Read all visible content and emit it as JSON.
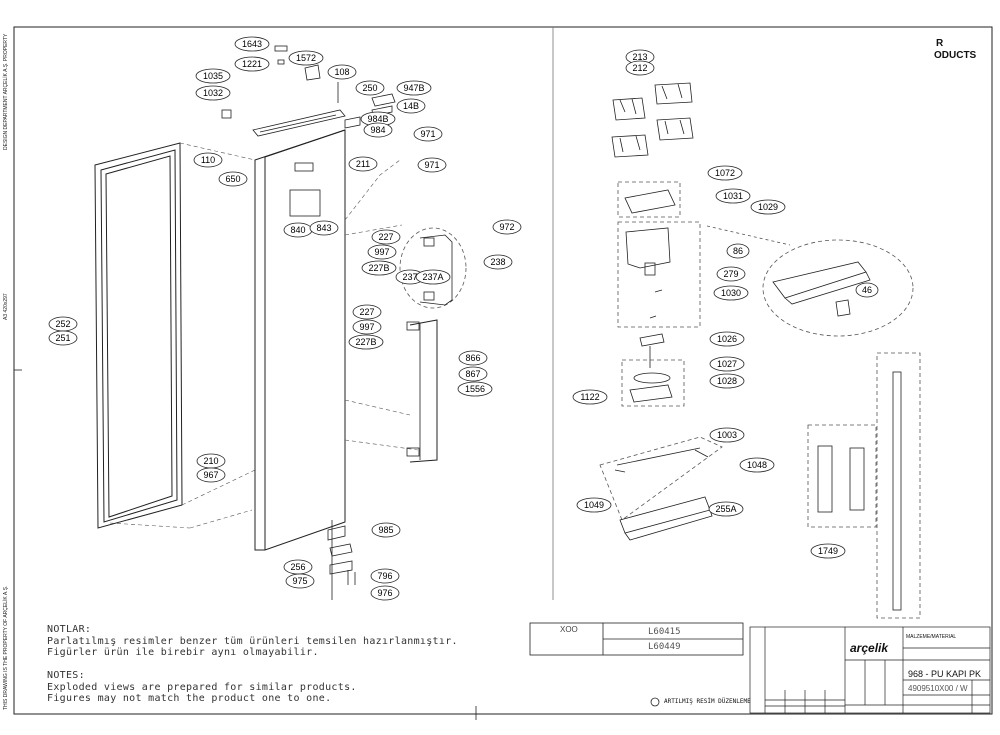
{
  "left_callouts": [
    "1643",
    "1221",
    "1572",
    "1035",
    "1032",
    "108",
    "250",
    "947B",
    "14B",
    "984B",
    "984",
    "971",
    "971",
    "110",
    "650",
    "211",
    "840",
    "843",
    "227",
    "997",
    "227B",
    "972",
    "237",
    "237A",
    "238",
    "227",
    "997",
    "227B",
    "252",
    "251",
    "866",
    "867",
    "1556",
    "210",
    "967",
    "985",
    "256",
    "975",
    "796",
    "976"
  ],
  "right_callouts": [
    "213",
    "212",
    "1072",
    "1031",
    "1029",
    "86",
    "279",
    "1030",
    "46",
    "1026",
    "1027",
    "1028",
    "1122",
    "1003",
    "1048",
    "1049",
    "255A",
    "1749"
  ],
  "header_partial": [
    "R",
    "ODUCTS"
  ],
  "notes": {
    "tr_title": "NOTLAR:",
    "tr_line1": "Parlatılmış resimler benzer tüm ürünleri temsilen hazırlanmıştır.",
    "tr_line2": "Figürler ürün ile birebir aynı olmayabilir.",
    "en_title": "NOTES:",
    "en_line1": "Exploded views are prepared for similar products.",
    "en_line2": "Figures may not match the product one to one."
  },
  "revision_table": {
    "label": "XOO",
    "rows": [
      "L60415",
      "L60449"
    ]
  },
  "title_block": {
    "brand": "arçelik",
    "material_label": "MALZEME/MATERIAL",
    "title": "968 - PU KAPI PK",
    "code": "4909510X00 / W",
    "rev_note": "ARTILMIŞ RESİM DÜZENLEME"
  },
  "margin_text": {
    "left_top": "DESIGN DEPARTMENT ARÇELİK A.Ş. PROPERTY",
    "left_mid": "A3 420x297",
    "left_bottom": "THIS DRAWING IS THE PROPERTY OF ARÇELİK A.Ş."
  }
}
